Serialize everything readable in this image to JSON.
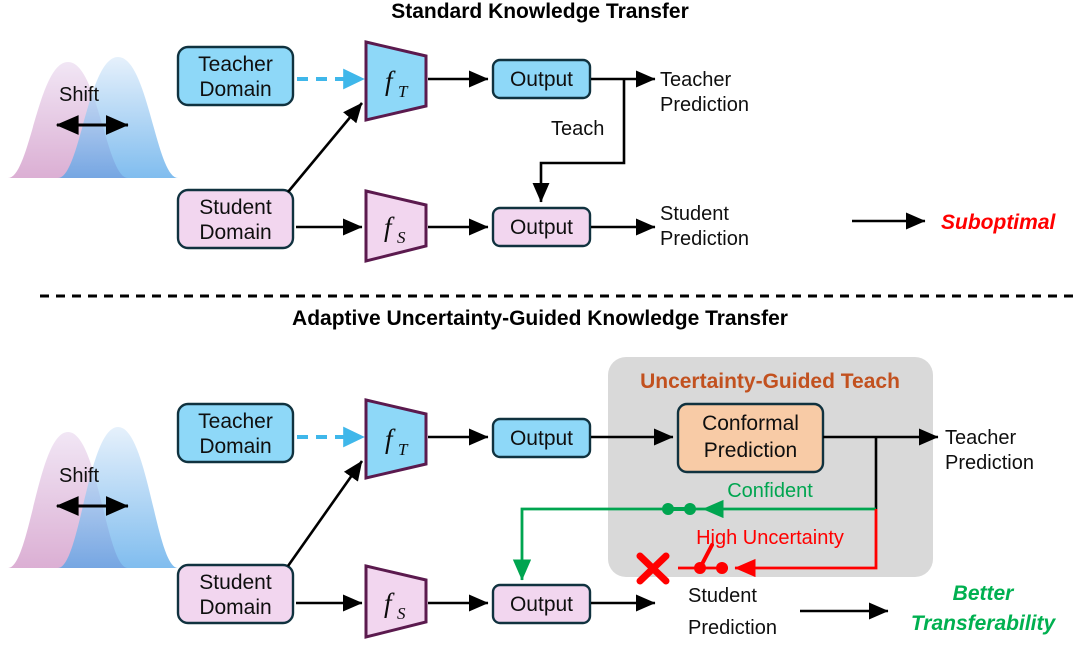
{
  "figure": {
    "top_section": {
      "title": "Standard Knowledge Transfer",
      "shift_label": "Shift",
      "teacher_domain": "Teacher\nDomain",
      "teacher_domain_line1": "Teacher",
      "teacher_domain_line2": "Domain",
      "student_domain_line1": "Student",
      "student_domain_line2": "Domain",
      "teacher_fn": "f",
      "teacher_fn_sub": "T",
      "student_fn": "f",
      "student_fn_sub": "S",
      "teacher_output": "Output",
      "student_output": "Output",
      "teach_label": "Teach",
      "teacher_prediction_line1": "Teacher",
      "teacher_prediction_line2": "Prediction",
      "student_prediction_line1": "Student",
      "student_prediction_line2": "Prediction",
      "outcome": "Suboptimal"
    },
    "bottom_section": {
      "title": "Adaptive Uncertainty-Guided Knowledge Transfer",
      "shift_label": "Shift",
      "teacher_domain_line1": "Teacher",
      "teacher_domain_line2": "Domain",
      "student_domain_line1": "Student",
      "student_domain_line2": "Domain",
      "teacher_fn": "f",
      "teacher_fn_sub": "T",
      "student_fn": "f",
      "student_fn_sub": "S",
      "teacher_output": "Output",
      "student_output": "Output",
      "panel_title": "Uncertainty-Guided Teach",
      "conformal_line1": "Conformal",
      "conformal_line2": "Prediction",
      "confident_label": "Confident",
      "high_uncertainty_label": "High Uncertainty",
      "teacher_prediction_line1": "Teacher",
      "teacher_prediction_line2": "Prediction",
      "student_prediction_line1": "Student",
      "student_prediction_line2": "Prediction",
      "outcome_line1": "Better",
      "outcome_line2": "Transferability"
    },
    "colors": {
      "teacher_blue_fill": "#8ED8F8",
      "student_pink_fill": "#F2D6EF",
      "trapezoid_border": "#5B1A4E",
      "box_border": "#10323F",
      "panel_gray": "#D9D9D9",
      "conformal_fill": "#F8CBA6",
      "accent_orange": "#C2511F",
      "confident_green": "#00A550",
      "uncertainty_red": "#FF0000",
      "suboptimal_red": "#FF0000",
      "better_green": "#00B050",
      "teacher_dash_blue": "#3FB7EA"
    }
  }
}
